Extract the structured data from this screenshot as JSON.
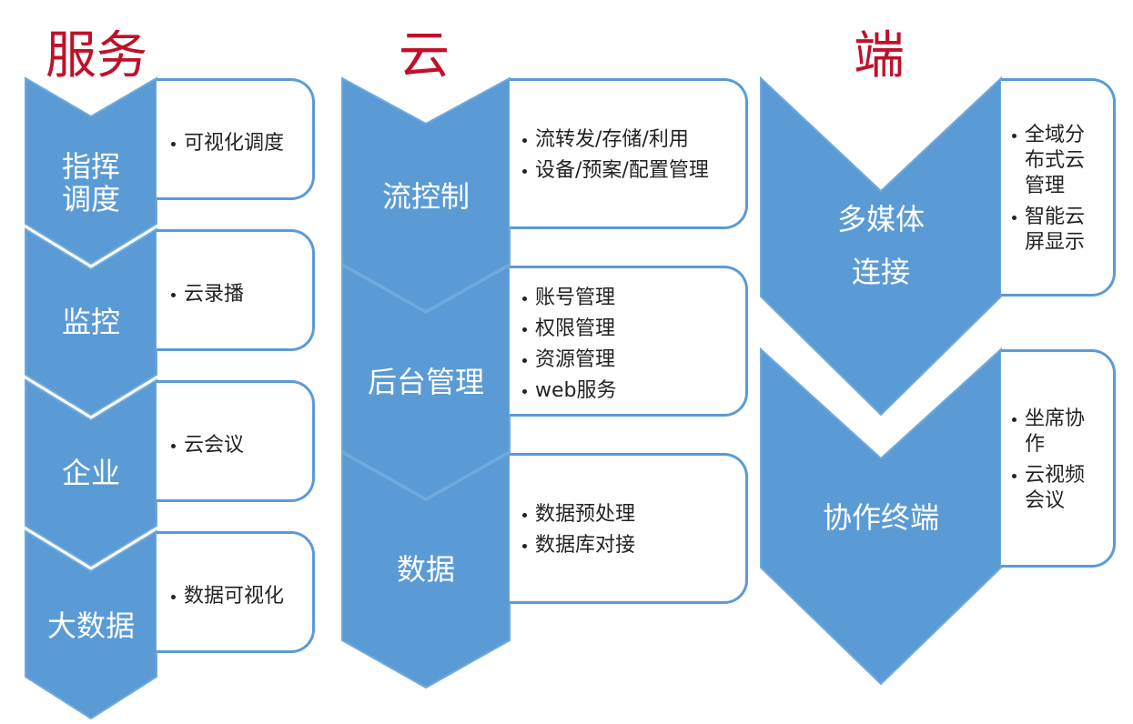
{
  "headings": {
    "service": "服务",
    "cloud": "云",
    "terminal": "端"
  },
  "service": [
    {
      "label": "指挥\n调度",
      "items": [
        "可视化调度"
      ]
    },
    {
      "label": "监控",
      "items": [
        "云录播"
      ]
    },
    {
      "label": "企业",
      "items": [
        "云会议"
      ]
    },
    {
      "label": "大数据",
      "items": [
        "数据可视化"
      ]
    }
  ],
  "cloud": [
    {
      "label": "流控制",
      "items": [
        "流转发/存储/利用",
        "设备/预案/配置管理"
      ]
    },
    {
      "label": "后台管理",
      "items": [
        "账号管理",
        "权限管理",
        "资源管理",
        "web服务"
      ]
    },
    {
      "label": "数据",
      "items": [
        "数据预处理",
        "数据库对接"
      ]
    }
  ],
  "terminal": [
    {
      "label": "多媒体\n连接",
      "items": [
        "全域分布式云管理",
        "智能云屏显示"
      ]
    },
    {
      "label": "协作终端",
      "items": [
        "坐席协作",
        "云视频会议"
      ]
    }
  ],
  "colors": {
    "chevron_fill": "#5b9bd5",
    "chevron_stroke": "#6fa9dc",
    "heading": "#c0102a",
    "box_border": "#5b9bd5"
  }
}
